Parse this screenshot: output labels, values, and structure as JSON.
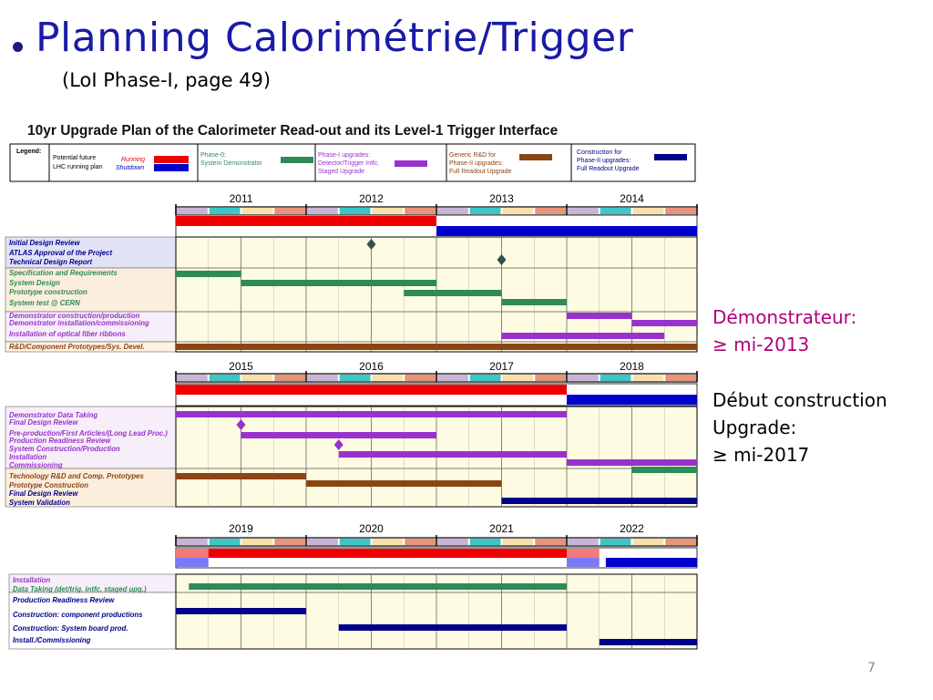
{
  "slide": {
    "title": "Planning Calorimétrie/Trigger",
    "subtitle": "(LoI Phase-I, page 49)",
    "page_number": "7",
    "side_notes": {
      "demonstrator_label": "Démonstrateur:",
      "demonstrator_value": "≥ mi-2013",
      "construction_label": "Début construction",
      "construction_label2": "Upgrade:",
      "construction_value": "≥ mi-2017"
    }
  },
  "chart": {
    "title": "10yr Upgrade Plan of the Calorimeter Read-out and its Level-1 Trigger Interface",
    "legend": {
      "header": "Legend:",
      "lhc_line1": "Potential future",
      "lhc_line2": "LHC running plan",
      "running": "Running",
      "shutdown": "Shutdown",
      "phase0_line1": "Phase-0:",
      "phase0_line2": "System Demonstrator",
      "phase1_line1": "Phase-I upgrades:",
      "phase1_line2": "Detector/Trigger Intfc.",
      "phase1_line3": "Staged Upgrade",
      "rd_line1": "Generic R&D for",
      "rd_line2": "Phase-II upgrades:",
      "rd_line3": "Full Readout Upgrade",
      "cons_line1": "Construction for",
      "cons_line2": "Phase-II upgrades:",
      "cons_line3": "Full Readout Upgrade"
    },
    "colors": {
      "running": "#ee0000",
      "shutdown": "#0000cc",
      "phase0": "#2e8b57",
      "phase1": "#9932cc",
      "rd": "#8b4513",
      "construction": "#00008b",
      "milestone": "#2f4f4f"
    },
    "blocks": [
      {
        "years": [
          "2011",
          "2012",
          "2013",
          "2014"
        ],
        "tasks": [
          "Initial Design Review",
          "ATLAS Approval of the  Project",
          "Technical Design Report",
          "Specification and Requirements",
          "System Design",
          "Prototype construction",
          "System test @ CERN",
          "Demonstrator construction/production",
          "Demonstrator installation/commissioning",
          "Installation of optical fiber ribbons",
          "R&D/Component Prototypes/Sys. Devel."
        ]
      },
      {
        "years": [
          "2015",
          "2016",
          "2017",
          "2018"
        ],
        "tasks": [
          "Demonstrator Data Taking",
          "Final Design Review",
          "Pre-production/First Articles/(Long Lead Proc.)",
          "Production Readiness Review",
          "System Construction/Production",
          "Installation",
          "Commissioning",
          "Technology R&D and Comp. Prototypes",
          "Prototype Construction",
          "Final Design Review",
          "System Validation"
        ]
      },
      {
        "years": [
          "2019",
          "2020",
          "2021",
          "2022"
        ],
        "tasks": [
          "Installation",
          "Data Taking (det/trig. intfc. staged upg.)",
          "Production Readiness Review",
          "Construction: component productions",
          "Construction: System board prod.",
          "Install./Commissioning"
        ]
      }
    ]
  }
}
